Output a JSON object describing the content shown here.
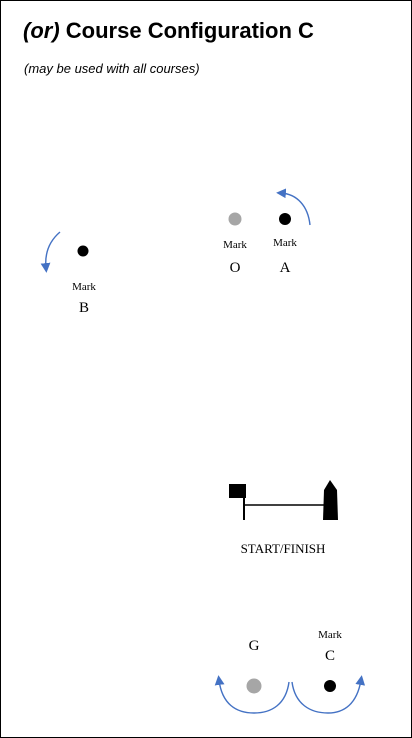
{
  "header": {
    "title_prefix": "(or)",
    "title_main": "Course Configuration C",
    "subtitle": "(may be used with all courses)"
  },
  "marks": {
    "b": {
      "word": "Mark",
      "letter": "B",
      "color": "#000000",
      "icon": "black-buoy-icon"
    },
    "o": {
      "word": "Mark",
      "letter": "O",
      "color": "#a6a6a6",
      "icon": "gray-buoy-icon"
    },
    "a": {
      "word": "Mark",
      "letter": "A",
      "color": "#000000",
      "icon": "black-buoy-icon"
    },
    "g": {
      "letter": "G",
      "color": "#a6a6a6",
      "icon": "gray-buoy-icon"
    },
    "c": {
      "word": "Mark",
      "letter": "C",
      "color": "#000000",
      "icon": "black-buoy-icon"
    }
  },
  "start_finish": {
    "label": "START/FINISH",
    "icons": [
      "flag-icon",
      "boat-icon"
    ]
  },
  "colors": {
    "arrow": "#4472c4",
    "frame": "#000000"
  }
}
